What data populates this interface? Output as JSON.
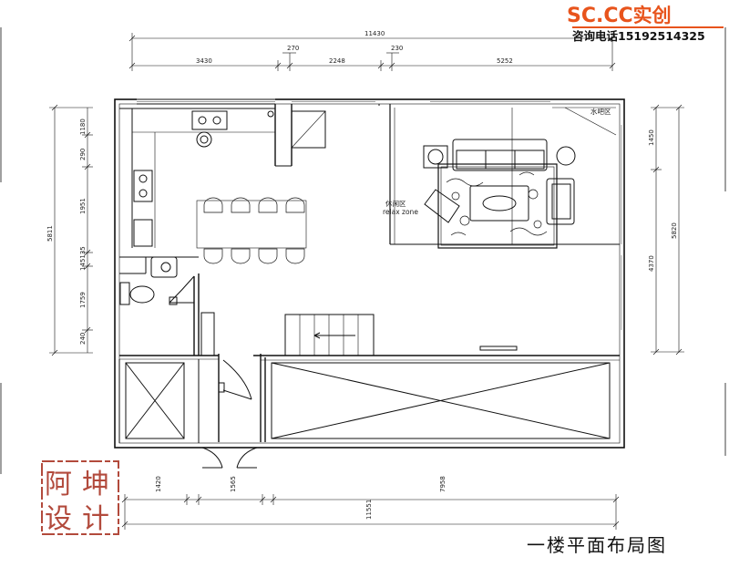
{
  "brand": {
    "logo_main": "SC.CC",
    "logo_suffix": "实创",
    "hotline_label": "咨询电话",
    "hotline_number": "15192514325",
    "color": "#e8541c"
  },
  "title": "一楼平面布局图",
  "seal": {
    "characters": [
      "阿",
      "坤",
      "设",
      "计"
    ],
    "color": "#b24a3c"
  },
  "room_labels": {
    "relax_cn": "休闲区",
    "relax_en": "relax zone",
    "water_bar": "水吧区"
  },
  "dimensions": {
    "top_overall": "11430",
    "top_segments": [
      "3430",
      "270",
      "2248",
      "230",
      "5252"
    ],
    "left_overall": "5811",
    "left_segments": [
      "1180",
      "290",
      "1951",
      "145135",
      "1759",
      "240"
    ],
    "right_overall": "5820",
    "right_segments": [
      "1450",
      "4370"
    ],
    "bottom_segments": [
      "1420",
      "1565",
      "7958"
    ],
    "bottom_overall": "11551"
  }
}
